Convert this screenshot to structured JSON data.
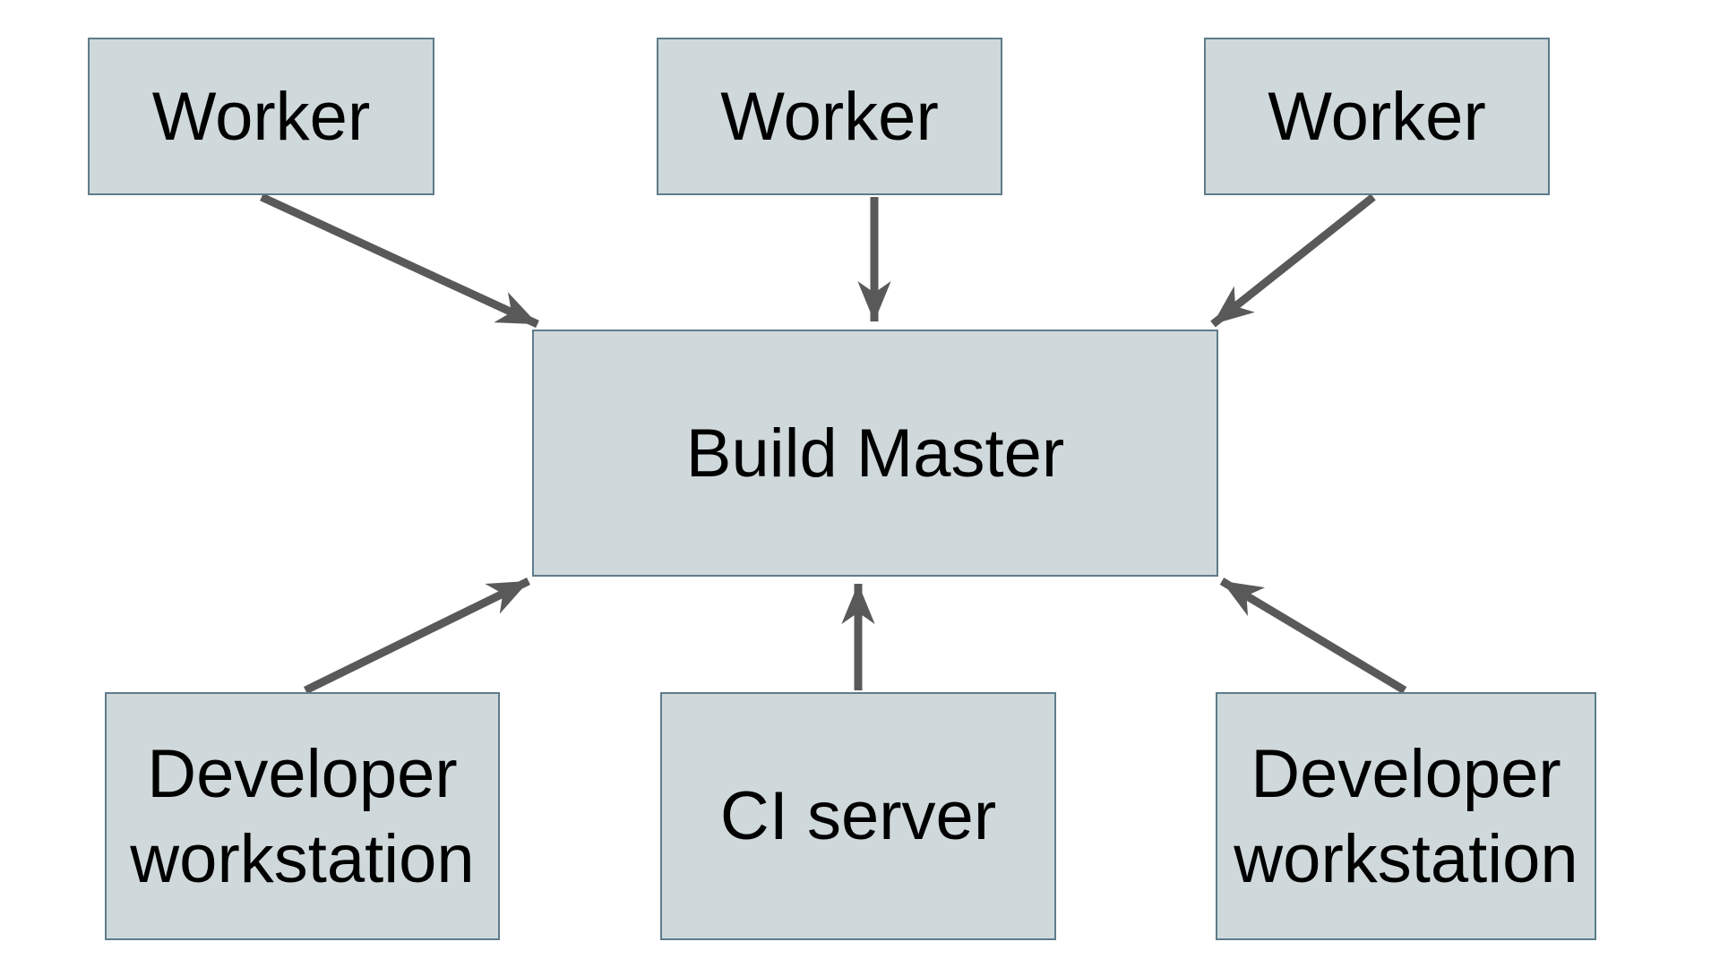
{
  "diagram": {
    "background_color": "#ffffff",
    "box_fill_color": "#cfd8da",
    "box_border_color": "#5e7c8b",
    "arrow_color": "#595959",
    "text_color": "#000000",
    "nodes": {
      "worker1": {
        "label": "Worker"
      },
      "worker2": {
        "label": "Worker"
      },
      "worker3": {
        "label": "Worker"
      },
      "build_master": {
        "label": "Build Master"
      },
      "dev_workstation_left": {
        "label": "Developer workstation"
      },
      "ci_server": {
        "label": "CI server"
      },
      "dev_workstation_right": {
        "label": "Developer workstation"
      }
    },
    "edges": [
      {
        "from": "worker1",
        "to": "build_master"
      },
      {
        "from": "worker2",
        "to": "build_master"
      },
      {
        "from": "worker3",
        "to": "build_master"
      },
      {
        "from": "dev_workstation_left",
        "to": "build_master"
      },
      {
        "from": "ci_server",
        "to": "build_master"
      },
      {
        "from": "dev_workstation_right",
        "to": "build_master"
      }
    ]
  }
}
